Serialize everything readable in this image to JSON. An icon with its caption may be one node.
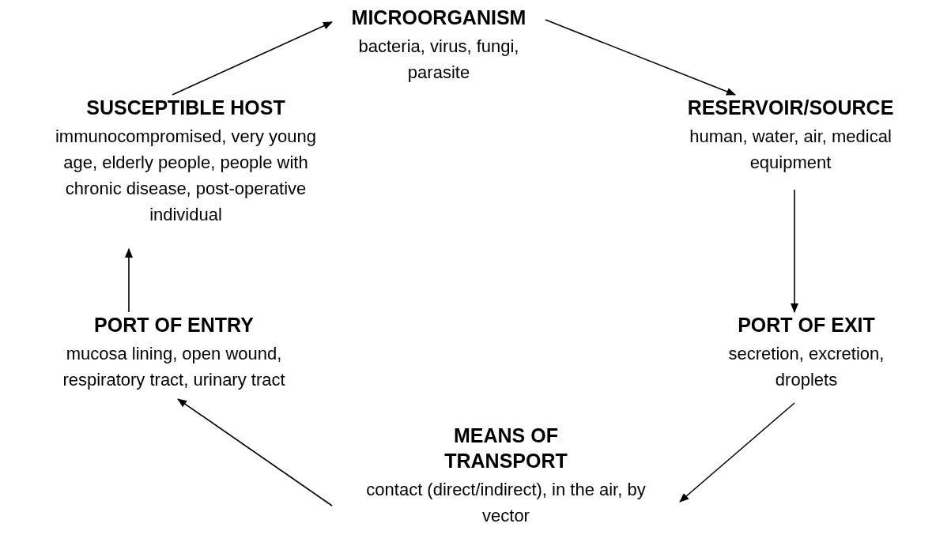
{
  "diagram": {
    "nodes": [
      {
        "text": [
          "MICROORGANISM",
          "bacteria, virus, fungi, parasite"
        ]
      },
      {
        "text": [
          "RESERVOIR/SOURCE",
          "human, water, air, medical equipment"
        ]
      },
      {
        "text": [
          "PORT OF EXIT",
          "secretion, excretion, droplets"
        ]
      },
      {
        "text": [
          "MEANS OF TRANSPORT",
          "contact (direct/indirect), in the air, by vector"
        ]
      },
      {
        "text": [
          "PORT OF ENTRY",
          "mucosa lining, open wound, respiratory tract, urinary tract"
        ]
      },
      {
        "text": [
          "SUSCEPTIBLE HOST",
          "immunocompromised, very young age, elderly people, people with chronic disease, post-operative individual"
        ]
      }
    ],
    "edges": [
      {
        "from": 0,
        "to": 1,
        "arrow": "to"
      },
      {
        "from": 1,
        "to": 2,
        "arrow": "to"
      },
      {
        "from": 2,
        "to": 3,
        "arrow": "to"
      },
      {
        "from": 3,
        "to": 4,
        "arrow": "to"
      },
      {
        "from": 4,
        "to": 5,
        "arrow": "to"
      },
      {
        "from": 5,
        "to": 0,
        "arrow": "to"
      }
    ]
  }
}
